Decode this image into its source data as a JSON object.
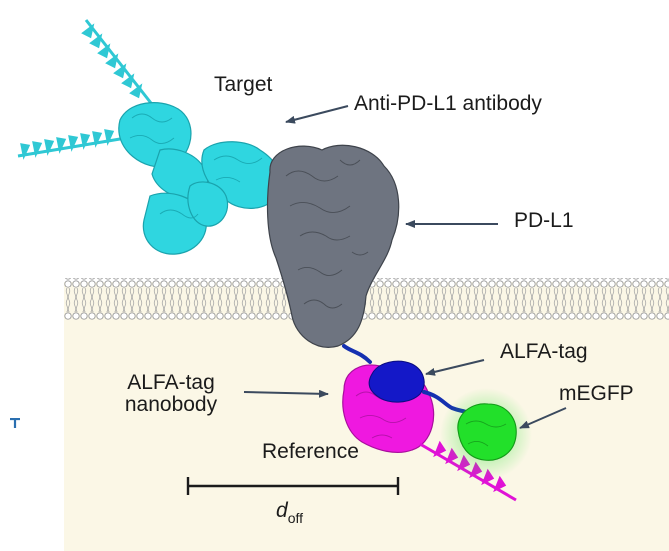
{
  "labels": {
    "target": "Target",
    "antibody": "Anti-PD-L1 antibody",
    "pdl1": "PD-L1",
    "alfa_tag": "ALFA-tag",
    "nanobody_line1": "ALFA-tag",
    "nanobody_line2": "nanobody",
    "megfp": "mEGFP",
    "reference": "Reference",
    "distance_symbol": "d",
    "distance_subscript": "off"
  },
  "colors": {
    "antibody": "#2fd6e0",
    "pdl1": "#6b7280",
    "alfa_tag": "#1418c8",
    "nanobody": "#ef18e0",
    "megfp": "#22e02a",
    "linker": "#1530b0",
    "arrow": "#3b4a5e",
    "cytoplasm": "#fbf7e6",
    "membrane": "#bdbdbd"
  },
  "icons": {
    "membrane": "lipid-bilayer-icon",
    "dna_strands": "dna-strand-icon"
  }
}
